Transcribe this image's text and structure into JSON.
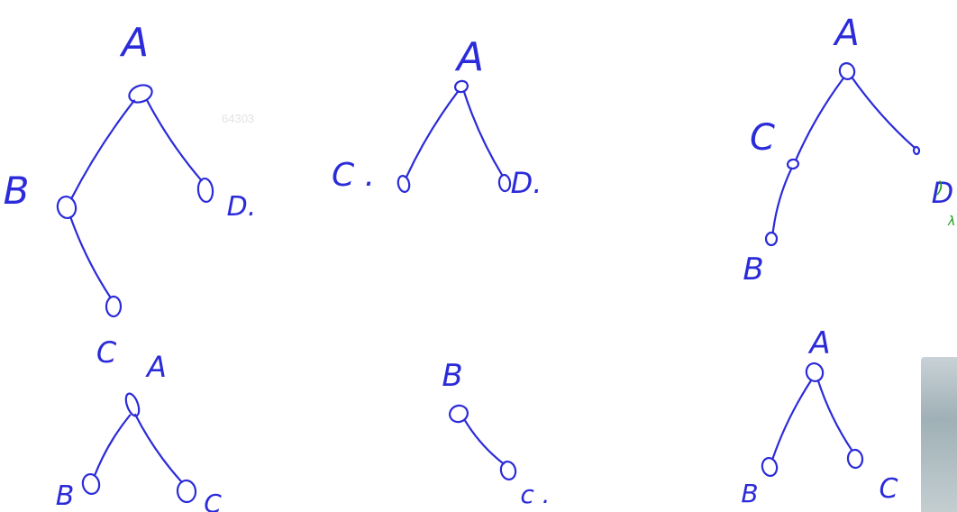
{
  "watermark": "64303",
  "colors": {
    "ink": "#2b2bd9",
    "edge_mark": "#1a9c1a"
  },
  "trees": [
    {
      "id": "t1",
      "nodes": [
        {
          "key": "A",
          "label": "A"
        },
        {
          "key": "B",
          "label": "B"
        },
        {
          "key": "D",
          "label": "D."
        },
        {
          "key": "C",
          "label": "C"
        }
      ],
      "edges": [
        [
          "A",
          "B"
        ],
        [
          "A",
          "D"
        ],
        [
          "B",
          "C"
        ]
      ]
    },
    {
      "id": "t2",
      "nodes": [
        {
          "key": "A",
          "label": "A"
        },
        {
          "key": "C",
          "label": "C ."
        },
        {
          "key": "D",
          "label": "D."
        }
      ],
      "edges": [
        [
          "A",
          "C"
        ],
        [
          "A",
          "D"
        ]
      ]
    },
    {
      "id": "t3",
      "nodes": [
        {
          "key": "A",
          "label": "A"
        },
        {
          "key": "C",
          "label": "C"
        },
        {
          "key": "D",
          "label": "D"
        },
        {
          "key": "B",
          "label": "B"
        }
      ],
      "edges": [
        [
          "A",
          "C"
        ],
        [
          "A",
          "D"
        ],
        [
          "C",
          "B"
        ]
      ]
    },
    {
      "id": "t4",
      "nodes": [
        {
          "key": "A",
          "label": "A"
        },
        {
          "key": "B",
          "label": "B"
        },
        {
          "key": "C",
          "label": "C"
        }
      ],
      "edges": [
        [
          "A",
          "B"
        ],
        [
          "A",
          "C"
        ]
      ]
    },
    {
      "id": "t5",
      "nodes": [
        {
          "key": "B",
          "label": "B"
        },
        {
          "key": "C",
          "label": "c ."
        }
      ],
      "edges": [
        [
          "B",
          "C"
        ]
      ]
    },
    {
      "id": "t6",
      "nodes": [
        {
          "key": "A",
          "label": "A"
        },
        {
          "key": "B",
          "label": "B"
        },
        {
          "key": "C",
          "label": "C"
        }
      ],
      "edges": [
        [
          "A",
          "B"
        ],
        [
          "A",
          "C"
        ]
      ]
    }
  ]
}
